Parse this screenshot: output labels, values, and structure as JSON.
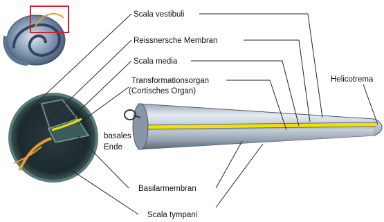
{
  "labels": {
    "scala_vestibuli": "Scala vestibuli",
    "reissner_membrane": "Reissnersche Membran",
    "scala_media": "Scala media",
    "organ_line1": "Transformationsorgan",
    "organ_line2": "(Cortisches Organ)",
    "helicotrema": "Helicotrema",
    "base_line1": "basales",
    "base_line2": "Ende",
    "basilar_membrane": "Basilarmembran",
    "scala_tympani": "Scala tympani"
  },
  "colors": {
    "tube_light": "#dfe6ee",
    "tube_mid": "#a9b6c4",
    "tube_dark": "#5d6a78",
    "membrane_yellow": "#f2e000",
    "cross_section_dark": "#1f2e33",
    "cross_section_teal": "#4f7b78",
    "nerve_orange": "#e89a3a",
    "inset_frame_red": "#d0202a"
  },
  "icons": {
    "inset": "cochlea-spiral-icon",
    "loop": "oval-window-ring-icon"
  }
}
